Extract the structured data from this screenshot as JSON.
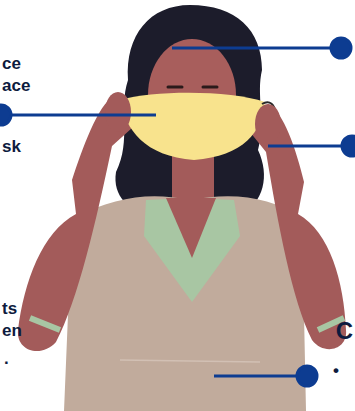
{
  "diagram": {
    "labels": [
      "ce",
      "ace",
      "sk",
      "ts",
      "en",
      ".",
      "C",
      "•"
    ]
  }
}
